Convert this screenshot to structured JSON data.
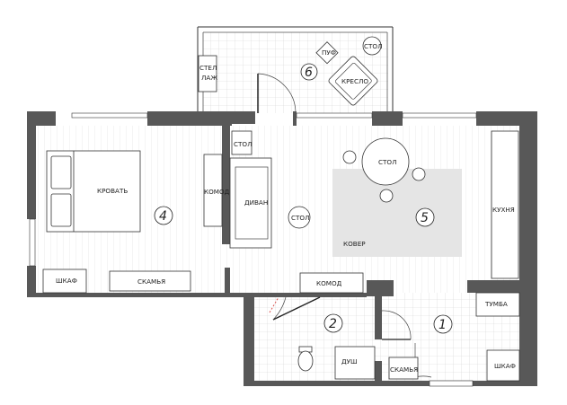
{
  "rooms": [
    {
      "id": "r1",
      "number": "1"
    },
    {
      "id": "r2",
      "number": "2"
    },
    {
      "id": "r4",
      "number": "4"
    },
    {
      "id": "r5",
      "number": "5"
    },
    {
      "id": "r6",
      "number": "6"
    }
  ],
  "labels": {
    "shelf_1": "СТЕЛ",
    "shelf_2": "ЛАЖ",
    "pouf": "ПУФ",
    "table_balcony": "СТОЛ",
    "armchair": "КРЕСЛО",
    "table_small": "СТОЛ",
    "bed": "КРОВАТЬ",
    "dresser_bedroom": "КОМОД",
    "sofa": "ДИВАН",
    "coffee_table": "СТОЛ",
    "dining_table": "СТОЛ",
    "kitchen": "КУХНЯ",
    "carpet": "КОВЕР",
    "wardrobe_bedroom": "ШКАФ",
    "bench_bedroom": "СКАМЬЯ",
    "dresser_living": "КОМОД",
    "nightstand": "ТУМБА",
    "shower": "ДУШ",
    "bench_bath": "СКАМЬЯ",
    "wardrobe_hall": "ШКАФ"
  },
  "colors": {
    "wall": "#585858",
    "grid_line": "#d4d4d4",
    "floor_stripe": "#e3e3e3",
    "carpet": "#e5e5e5",
    "door_marker": "#d9534f"
  }
}
